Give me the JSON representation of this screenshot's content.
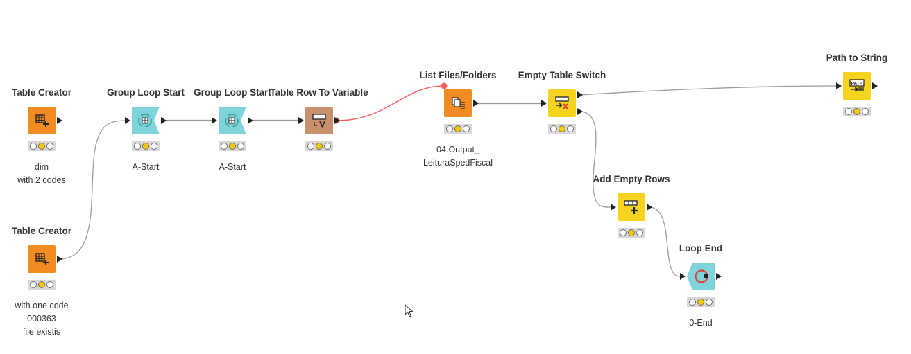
{
  "workflow": {
    "nodes": [
      {
        "id": "table-creator-1",
        "title": "Table Creator",
        "label": "dim\nwith 2 codes",
        "type": "source",
        "icon": "table-plus-icon"
      },
      {
        "id": "table-creator-2",
        "title": "Table Creator",
        "label": "with one code\n000363\nfile existis",
        "type": "source",
        "icon": "table-plus-icon"
      },
      {
        "id": "group-loop-start-1",
        "title": "Group Loop Start",
        "label": "A-Start",
        "type": "loop",
        "icon": "loop-start-icon"
      },
      {
        "id": "group-loop-start-2",
        "title": "Group Loop Start",
        "label": "A-Start",
        "type": "loop",
        "icon": "loop-start-icon"
      },
      {
        "id": "table-row-to-variable",
        "title": "Table Row To Variable",
        "label": "",
        "type": "variable",
        "icon": "row-to-variable-icon"
      },
      {
        "id": "list-files-folders",
        "title": "List Files/Folders",
        "label": "04.Output_\nLeituraSpedFiscal",
        "type": "source",
        "icon": "list-files-icon"
      },
      {
        "id": "empty-table-switch",
        "title": "Empty Table Switch",
        "label": "",
        "type": "manip",
        "icon": "empty-table-switch-icon"
      },
      {
        "id": "path-to-string",
        "title": "Path to String",
        "label": "",
        "type": "manip",
        "icon": "path-to-string-icon",
        "icon_text": "PATH"
      },
      {
        "id": "add-empty-rows",
        "title": "Add Empty Rows",
        "label": "",
        "type": "manip",
        "icon": "add-empty-rows-icon"
      },
      {
        "id": "loop-end",
        "title": "Loop End",
        "label": "0-End",
        "type": "loopend",
        "icon": "loop-end-icon"
      }
    ],
    "colors": {
      "source": "#f28c22",
      "loop": "#7fd4dc",
      "manip": "#f5d31f",
      "variable": "#c9906f",
      "variable_connection": "#ff5a5a",
      "data_connection": "#9b9b9b",
      "port": "#222222"
    }
  }
}
